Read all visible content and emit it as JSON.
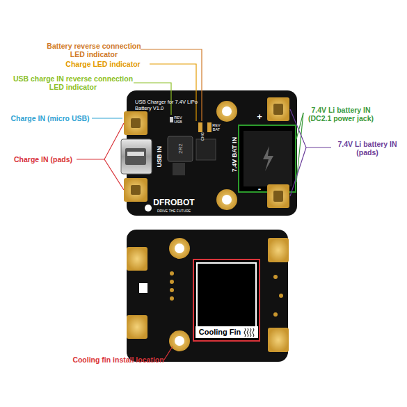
{
  "diagram": {
    "labels": [
      "Battery reverse connection LED indicator",
      "Charge LED indicator",
      "USB charge IN reverse connection LED indicator",
      "Charge IN (micro USB)",
      "Charge IN (pads)",
      "7.4V Li battery IN (DC2.1 power jack)",
      "7.4V Li battery IN (pads)",
      "Cooling fin install location",
      "USB Charger for 7.4V LiPo Battery V1.0",
      "USB IN",
      "2R2",
      "REV USB",
      "CHG",
      "REV BAT",
      "7.4V BAT IN",
      "DFROBOT",
      "DRIVE THE FUTURE",
      "+",
      "-",
      "Cooling Fin"
    ]
  }
}
